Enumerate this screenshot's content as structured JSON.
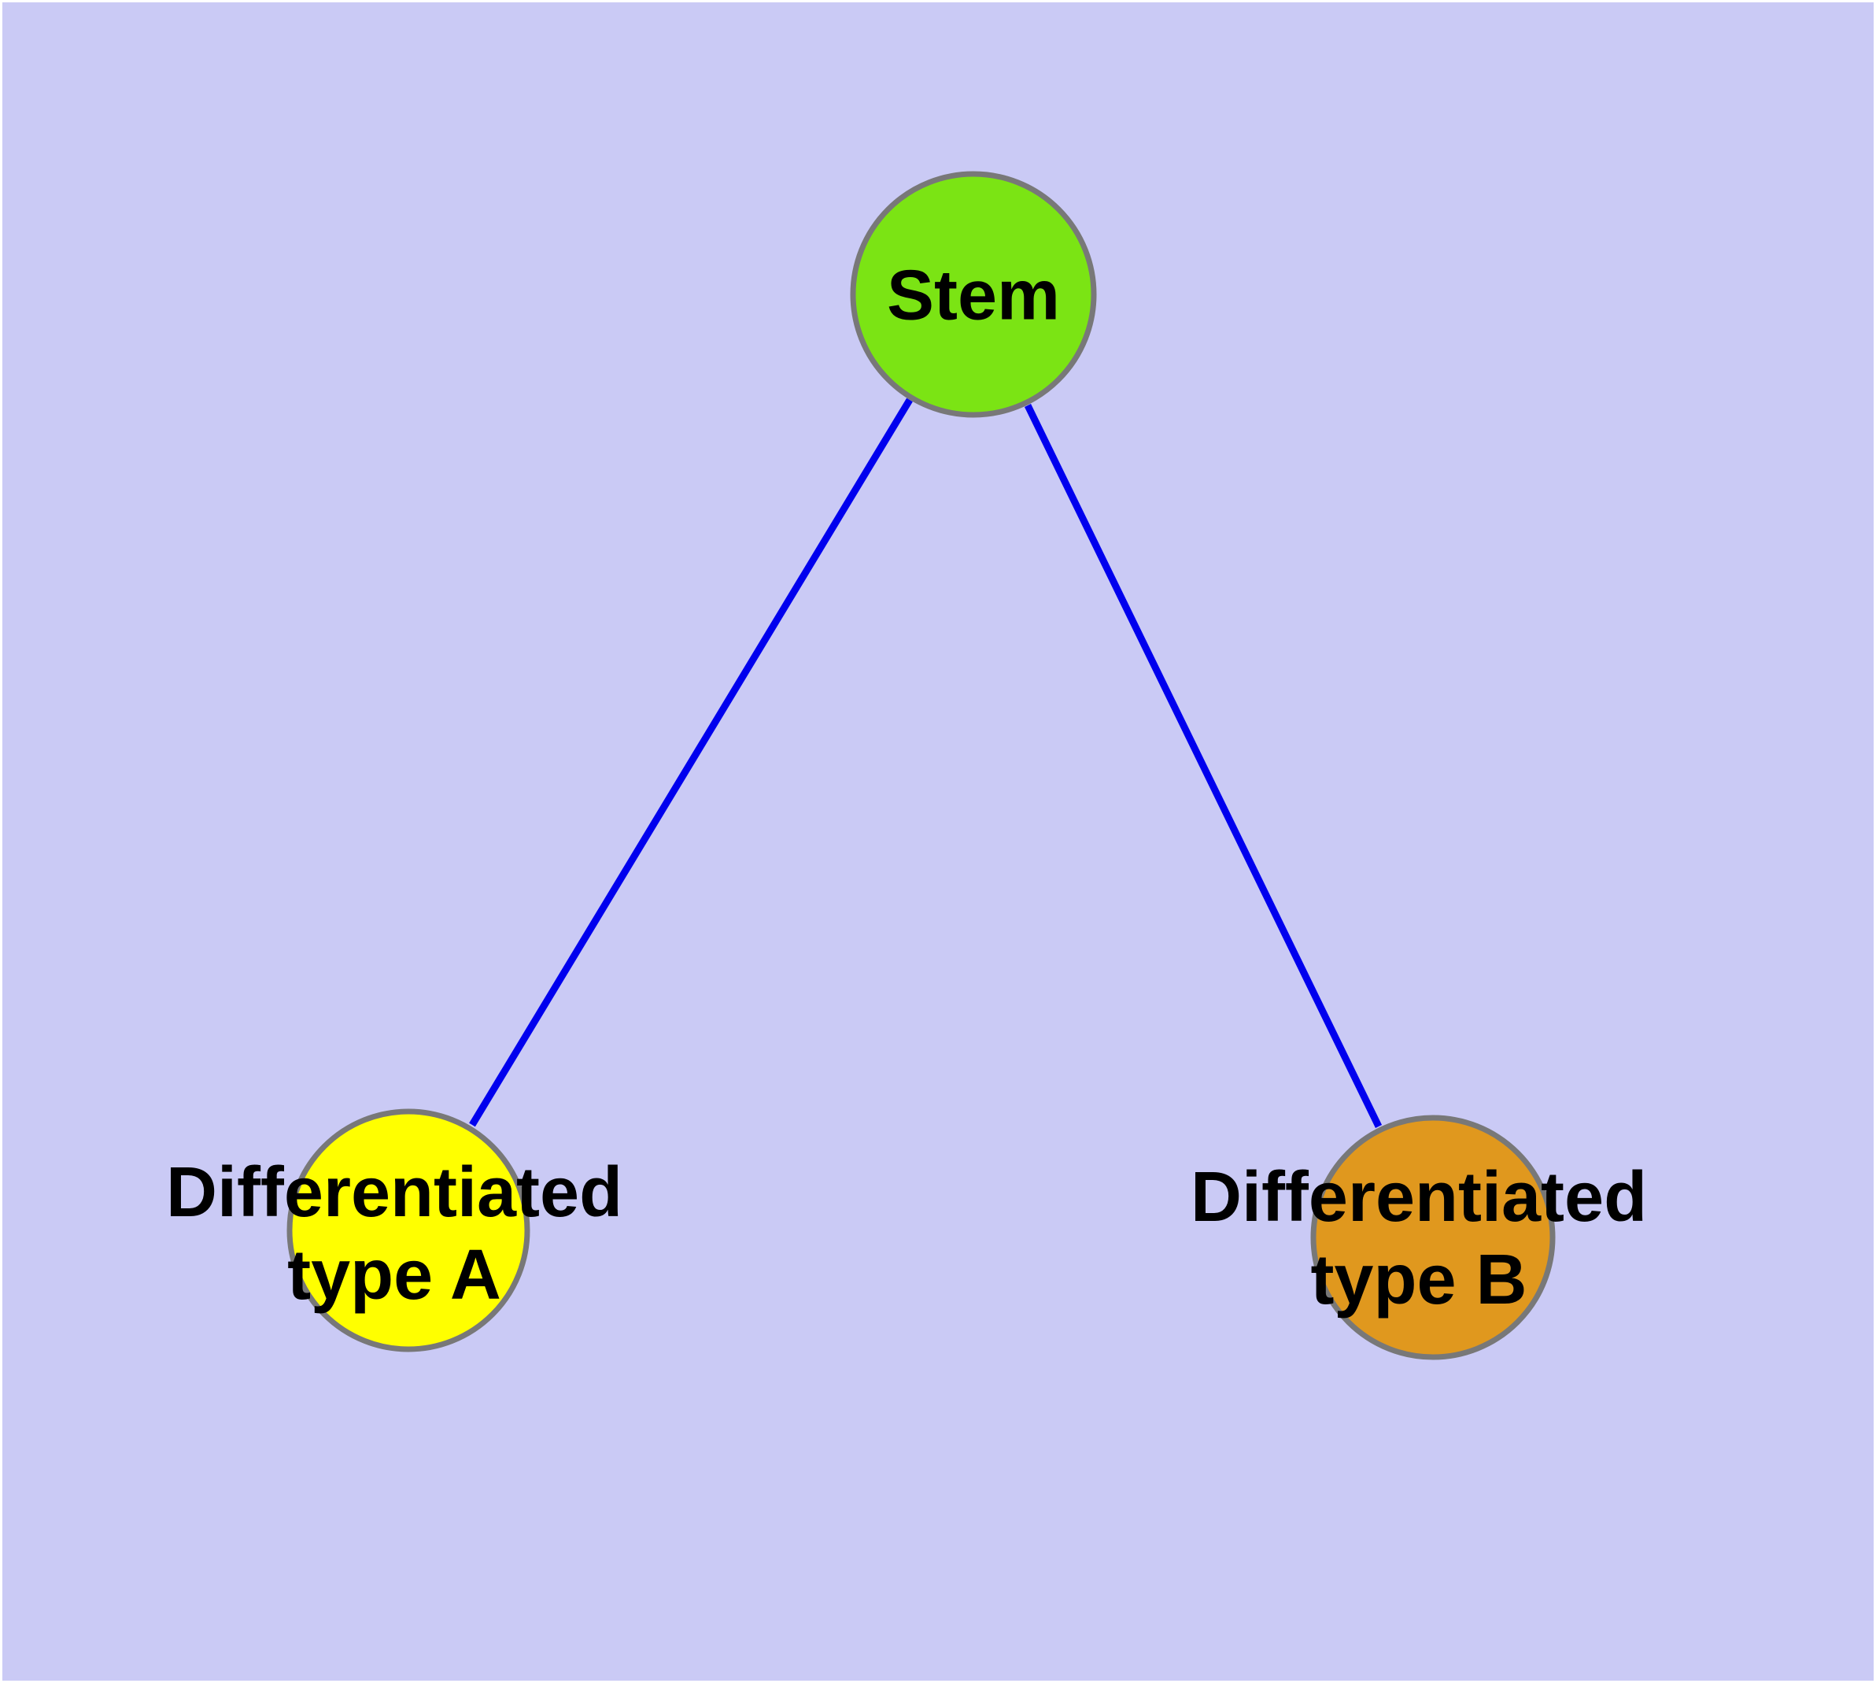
{
  "canvas": {
    "background_color": "#CACAF5",
    "frame_color": "#FFFFFF"
  },
  "graph": {
    "type": "node-link-diagram",
    "nodes": [
      {
        "id": "stem",
        "label": "Stem",
        "color": "#7BE414",
        "border_color": "#787878"
      },
      {
        "id": "differentiated-type-a",
        "label": "Differentiated\ntype A",
        "color": "#FFFF00",
        "border_color": "#787878"
      },
      {
        "id": "differentiated-type-b",
        "label": "Differentiated\ntype B",
        "color": "#E0981E",
        "border_color": "#787878"
      }
    ],
    "edges": [
      {
        "from": "stem",
        "to": "differentiated-type-a",
        "color": "#0000EE"
      },
      {
        "from": "stem",
        "to": "differentiated-type-b",
        "color": "#0000EE"
      }
    ]
  }
}
